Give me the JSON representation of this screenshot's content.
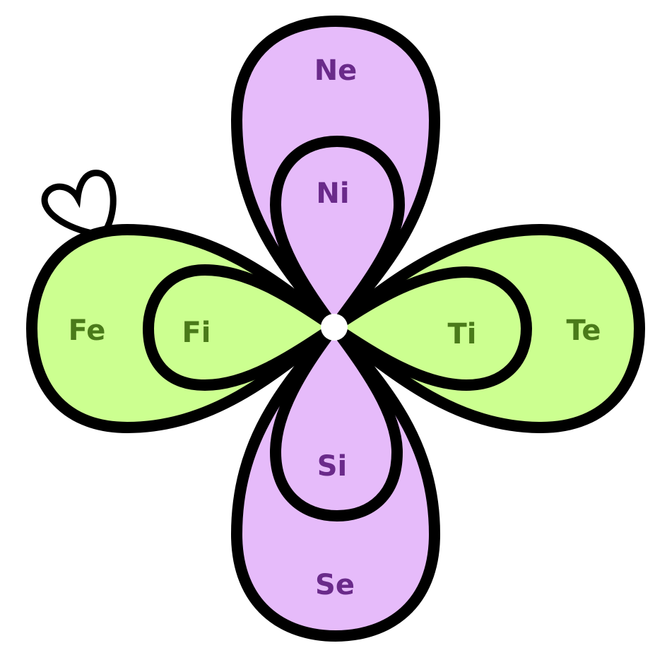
{
  "colors": {
    "introverted_fill": "#E6BBFA",
    "extraverted_fill": "#CCFF90",
    "purple_text": "#6A2A8A",
    "green_text": "#4A7A1A",
    "outline": "#000000"
  },
  "labels": {
    "ne": "Ne",
    "ni": "Ni",
    "si": "Si",
    "se": "Se",
    "fe": "Fe",
    "fi": "Fi",
    "ti": "Ti",
    "te": "Te"
  },
  "icons": {
    "decoration": "heart-icon"
  }
}
